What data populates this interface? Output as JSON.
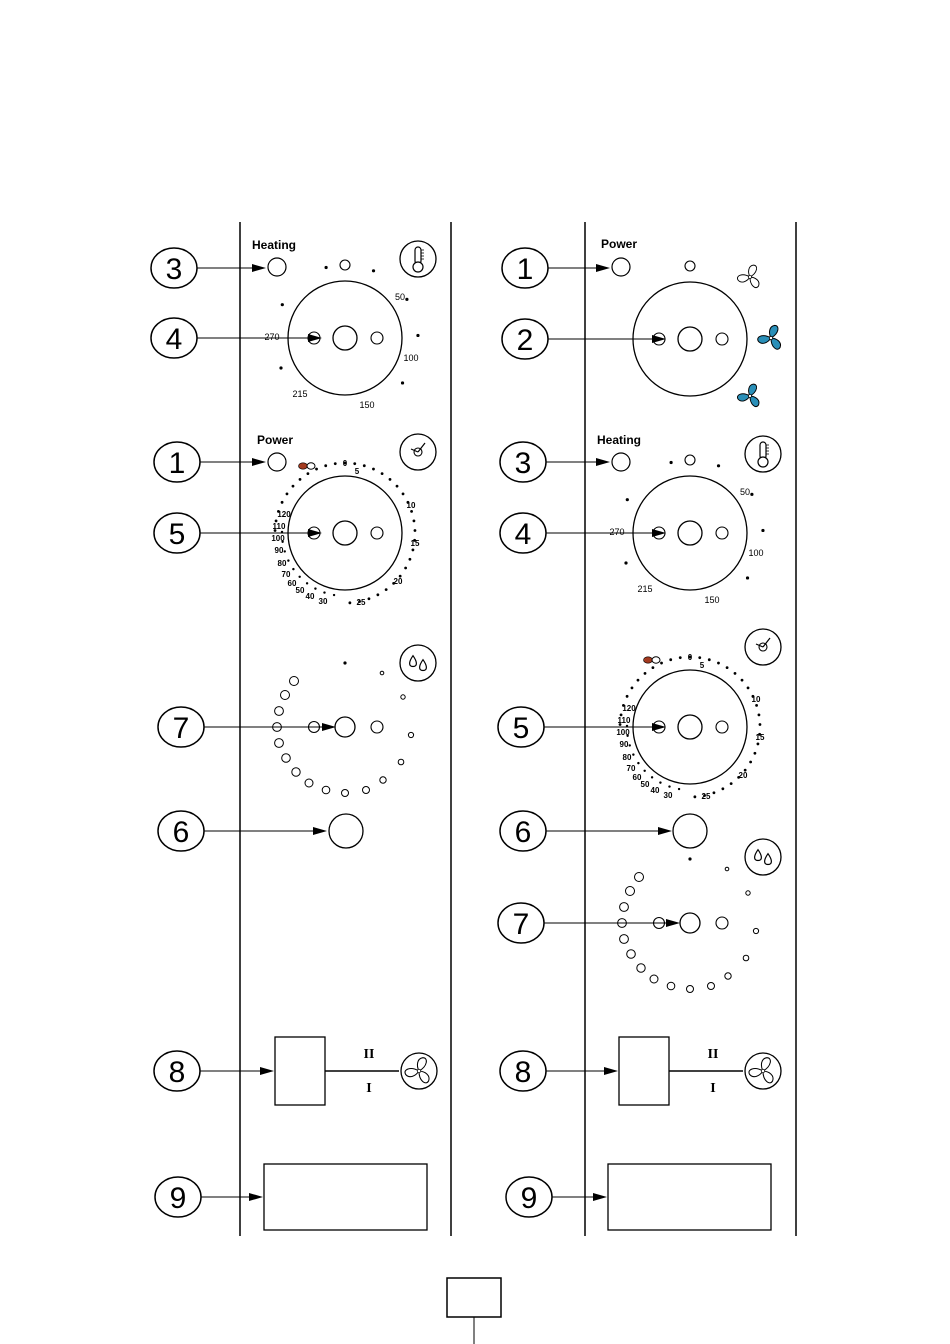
{
  "title": "",
  "colors": {
    "line": "#000000",
    "fan_accent": "#2a8fb8",
    "timer_lamp": "#a33a1f"
  },
  "labels": {
    "heating": "Heating",
    "power": "Power"
  },
  "temp_scale": [
    "50",
    "100",
    "150",
    "215",
    "270"
  ],
  "timer_scale": [
    "0",
    "5",
    "10",
    "15",
    "20",
    "25",
    "30",
    "40",
    "50",
    "60",
    "70",
    "80",
    "90",
    "100",
    "110",
    "120"
  ],
  "fan_switch_positions": [
    "II",
    "I"
  ],
  "icons": [
    "thermometer-icon",
    "clock-icon",
    "humidity-drops-icon",
    "fan-icon",
    "infinity-lamp-icon"
  ],
  "left_panel": {
    "callouts": [
      "3",
      "4",
      "1",
      "5",
      "7",
      "6",
      "8",
      "9"
    ]
  },
  "right_panel": {
    "callouts": [
      "1",
      "2",
      "3",
      "4",
      "5",
      "6",
      "7",
      "8",
      "9"
    ]
  },
  "page_number": ""
}
